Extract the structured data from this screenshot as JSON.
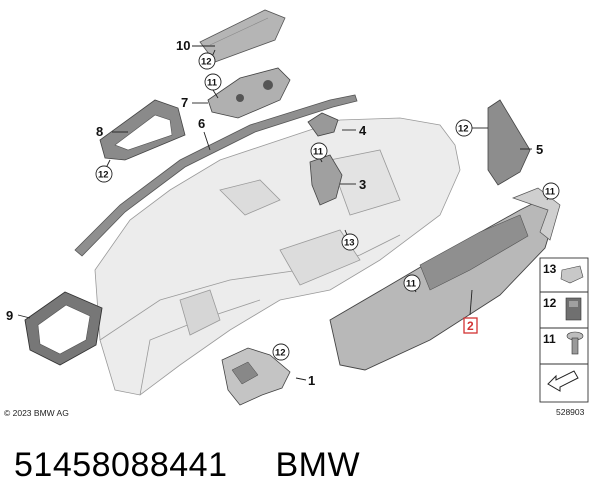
{
  "diagram": {
    "callouts": {
      "c1": "1",
      "c2": "2",
      "c3": "3",
      "c4": "4",
      "c5": "5",
      "c6": "6",
      "c7": "7",
      "c8": "8",
      "c9": "9",
      "c10": "10"
    },
    "circle_refs": {
      "r10": "12",
      "r7": "11",
      "r8": "12",
      "r3": "11",
      "r5": "12",
      "r2": "11",
      "r13": "13",
      "r1": "12"
    },
    "legend": {
      "items": [
        {
          "num": "13",
          "icon": "clip-icon"
        },
        {
          "num": "12",
          "icon": "nut-clip-icon"
        },
        {
          "num": "11",
          "icon": "screw-icon"
        },
        {
          "num": "",
          "icon": "arrow-icon"
        }
      ]
    },
    "copyright": "© 2023 BMW AG",
    "diagram_id": "528903",
    "colors": {
      "line": "#555555",
      "fill": "#ebebeb",
      "part": "#a8a8a8",
      "highlight": "#d23333"
    }
  },
  "footer": {
    "part_number": "51458088441",
    "brand": "BMW"
  }
}
